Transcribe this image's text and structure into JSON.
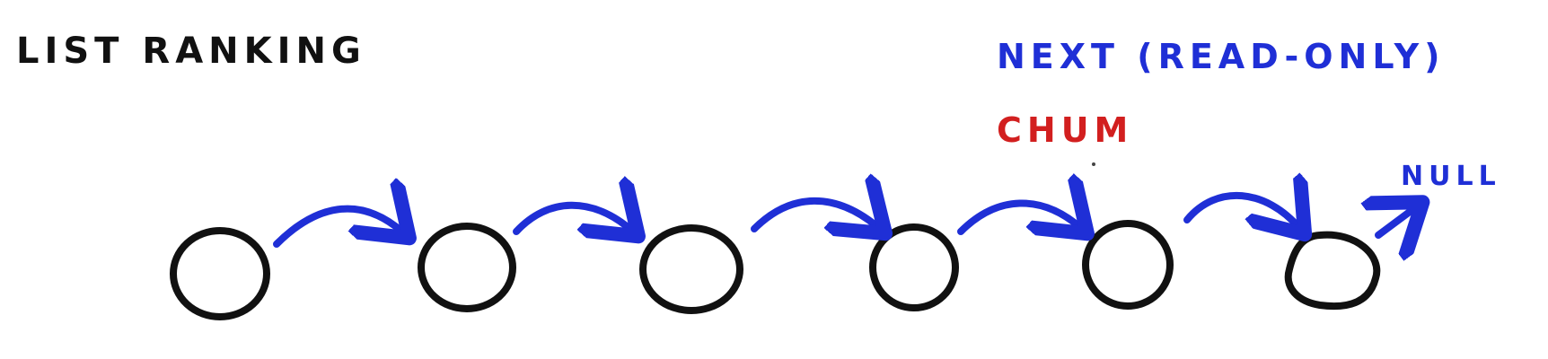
{
  "title": "LIST RANKING",
  "legend": {
    "next_label": "NEXT (READ-ONLY)",
    "chum_label": "CHUM"
  },
  "null_label": "NULL",
  "colors": {
    "ink": "#111111",
    "next": "#1f2fd6",
    "chum": "#d21f1f",
    "background": "#ffffff"
  },
  "diagram": {
    "node_count": 6,
    "links": [
      {
        "from": 0,
        "to": 1
      },
      {
        "from": 1,
        "to": 2
      },
      {
        "from": 2,
        "to": 3
      },
      {
        "from": 3,
        "to": 4
      },
      {
        "from": 4,
        "to": 5
      },
      {
        "from": 5,
        "to": "null"
      }
    ]
  }
}
